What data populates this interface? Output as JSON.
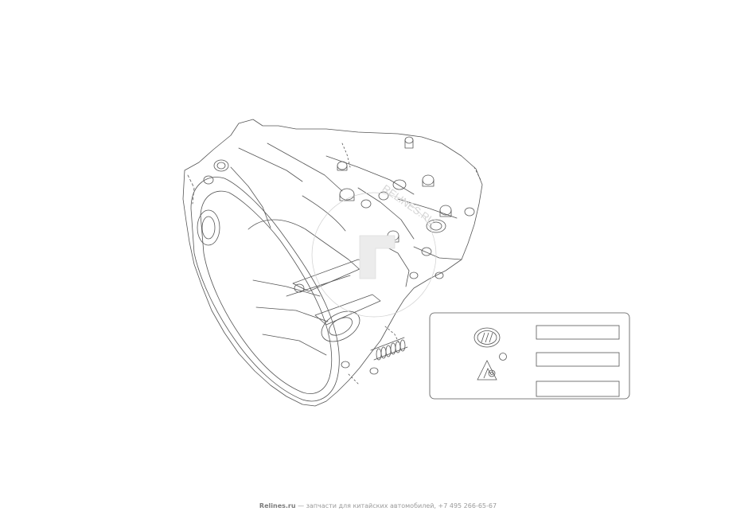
{
  "footer": {
    "site": "Relines.ru",
    "text": " — запчасти для китайских автомобилей, +7 495 266-65-67"
  },
  "watermark": "RELINES.RU",
  "colors": {
    "line": "#555555",
    "background": "#ffffff",
    "footer_text": "#9a9a9a"
  },
  "icons": [
    "lifan-logo-icon",
    "warning-triangle-icon",
    "o-ring-icon"
  ]
}
